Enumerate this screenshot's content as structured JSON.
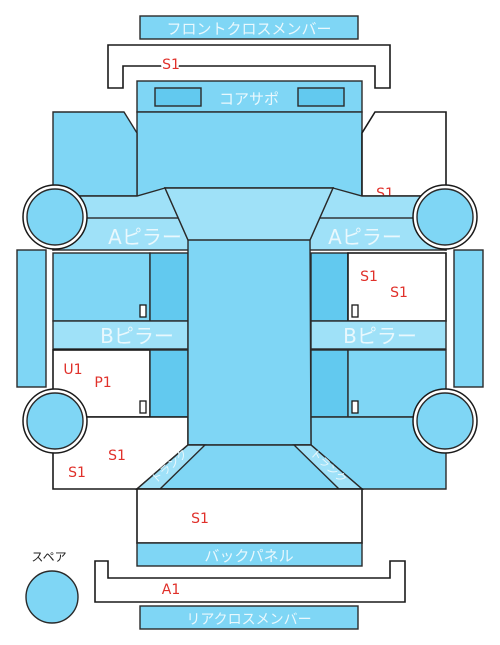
{
  "parts": {
    "front_cross_member": "フロントクロスメンバー",
    "core_support": "コアサポ",
    "a_pillar_left": "Aピラー",
    "a_pillar_right": "Aピラー",
    "b_pillar_left": "Bピラー",
    "b_pillar_right": "Bピラー",
    "trunk_left": "トランク",
    "trunk_right": "トランク",
    "back_panel": "バックパネル",
    "rear_cross_member": "リアクロスメンバー",
    "spare": "スペア"
  },
  "codes": {
    "front_cross_member": "S1",
    "right_front_fender": "S1",
    "right_front_door_1": "S1",
    "right_front_door_2": "S1",
    "left_rear_door_u": "U1",
    "left_rear_door_p": "P1",
    "left_quarter_1": "S1",
    "left_quarter_2": "S1",
    "trunk_floor": "S1",
    "rear_cross_member": "A1"
  },
  "colors": {
    "part_fill": "#7fd6f5",
    "part_fill_dark": "#62c9ef",
    "outline": "#1a1a1a",
    "code_text": "#e0302a",
    "background": "#ffffff"
  }
}
